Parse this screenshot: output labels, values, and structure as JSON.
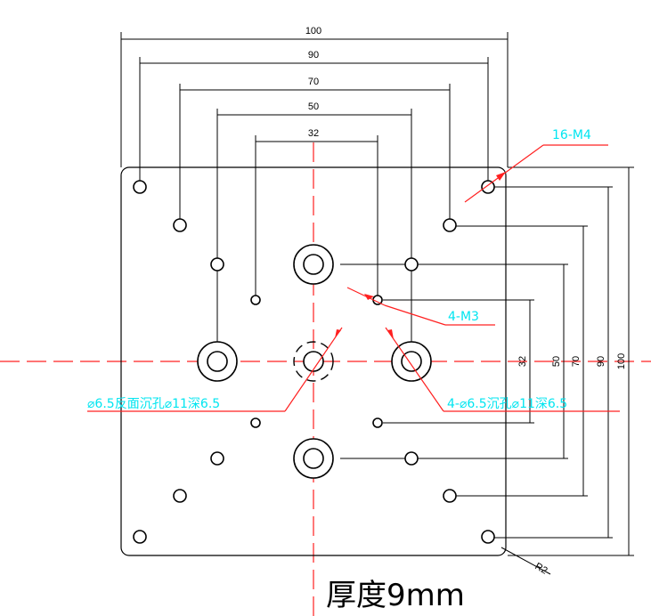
{
  "drawing": {
    "thickness_label": "厚度9mm",
    "top_dimensions": [
      "100",
      "90",
      "70",
      "50",
      "32"
    ],
    "right_dimensions": [
      "32",
      "50",
      "70",
      "90",
      "100"
    ],
    "corner_radius_label": "R2",
    "notes": {
      "m4": "16-M4",
      "m3": "4-M3",
      "center_hole": "⌀6.5反面沉孔⌀11深6.5",
      "four_holes": "4-⌀6.5沉孔⌀11深6.5"
    },
    "colors": {
      "outline": "#000000",
      "centerline": "#ff2020",
      "annotation": "#00e5f0"
    }
  }
}
